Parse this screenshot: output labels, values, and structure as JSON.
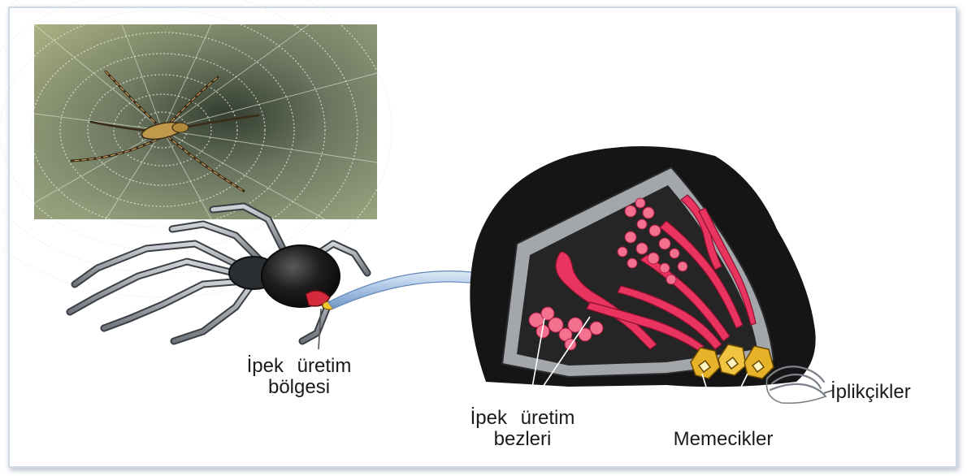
{
  "labels": {
    "silk_zone_line1": "İpek üretim",
    "silk_zone_line2": "bölgesi",
    "silk_glands_line1": "İpek üretim",
    "silk_glands_line2": "bezleri",
    "spigots": "Memecikler",
    "threads": "İplikçikler"
  },
  "colors": {
    "frame_border": "#cfd8e3",
    "gland_pink": "#e8345e",
    "gland_light": "#f4708f",
    "body_black": "#1b1b1b",
    "cut_gray": "#9a9ea3",
    "spigot_yellow": "#e6b22a",
    "arrow_blue": "#7fa6d3"
  }
}
